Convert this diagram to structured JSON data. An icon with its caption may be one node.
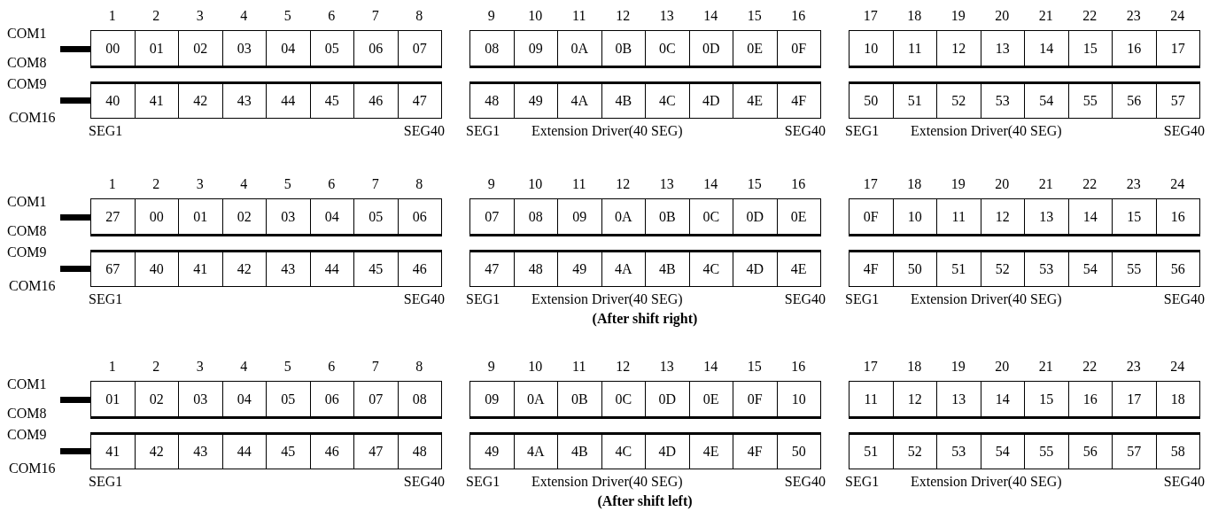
{
  "diagram": {
    "labels": [
      "1",
      "2",
      "3",
      "4",
      "5",
      "6",
      "7",
      "8",
      "9",
      "10",
      "11",
      "12",
      "13",
      "14",
      "15",
      "16",
      "17",
      "18",
      "19",
      "20",
      "21",
      "22",
      "23",
      "24",
      "COM1",
      "00",
      "01",
      "02",
      "03",
      "04",
      "05",
      "06",
      "07",
      "08",
      "09",
      "0A",
      "0B",
      "0C",
      "0D",
      "0E",
      "0F",
      "10",
      "11",
      "12",
      "13",
      "14",
      "15",
      "16",
      "17",
      "COM8",
      "COM9",
      "40",
      "41",
      "42",
      "43",
      "44",
      "45",
      "46",
      "47",
      "48",
      "49",
      "4A",
      "4B",
      "4C",
      "4D",
      "4E",
      "4F",
      "50",
      "51",
      "52",
      "53",
      "54",
      "55",
      "56",
      "57",
      "COM16",
      "SEG1",
      "SEG40",
      "SEG1",
      "Extension Driver(40 SEG)",
      "SEG40",
      "SEG1",
      "Extension Driver(40 SEG)",
      "SEG40",
      "1",
      "2",
      "3",
      "4",
      "5",
      "6",
      "7",
      "8",
      "9",
      "10",
      "11",
      "12",
      "13",
      "14",
      "15",
      "16",
      "17",
      "18",
      "19",
      "20",
      "21",
      "22",
      "23",
      "24",
      "COM1",
      "27",
      "00",
      "01",
      "02",
      "03",
      "04",
      "05",
      "06",
      "07",
      "08",
      "09",
      "0A",
      "0B",
      "0C",
      "0D",
      "0E",
      "0F",
      "10",
      "11",
      "12",
      "13",
      "14",
      "15",
      "16",
      "COM8",
      "COM9",
      "67",
      "40",
      "41",
      "42",
      "43",
      "44",
      "45",
      "46",
      "47",
      "48",
      "49",
      "4A",
      "4B",
      "4C",
      "4D",
      "4E",
      "4F",
      "50",
      "51",
      "52",
      "53",
      "54",
      "55",
      "56",
      "COM16",
      "SEG1",
      "SEG40",
      "SEG1",
      "Extension Driver(40 SEG)",
      "SEG40",
      "SEG1",
      "Extension Driver(40 SEG)",
      "SEG40",
      "(After shift right)",
      "1",
      "2",
      "3",
      "4",
      "5",
      "6",
      "7",
      "8",
      "9",
      "10",
      "11",
      "12",
      "13",
      "14",
      "15",
      "16",
      "17",
      "18",
      "19",
      "20",
      "21",
      "22",
      "23",
      "24",
      "COM1",
      "01",
      "02",
      "03",
      "04",
      "05",
      "06",
      "07",
      "08",
      "09",
      "0A",
      "0B",
      "0C",
      "0D",
      "0E",
      "0F",
      "10",
      "11",
      "12",
      "13",
      "14",
      "15",
      "16",
      "17",
      "18",
      "COM8",
      "COM9",
      "41",
      "42",
      "43",
      "44",
      "45",
      "46",
      "47",
      "48",
      "49",
      "4A",
      "4B",
      "4C",
      "4D",
      "4E",
      "4F",
      "50",
      "51",
      "52",
      "53",
      "54",
      "55",
      "56",
      "57",
      "58",
      "COM16",
      "SEG1",
      "SEG40",
      "SEG1",
      "Extension Driver(40 SEG)",
      "SEG40",
      "SEG1",
      "Extension Driver(40 SEG)",
      "SEG40",
      "(After shift left)"
    ]
  }
}
